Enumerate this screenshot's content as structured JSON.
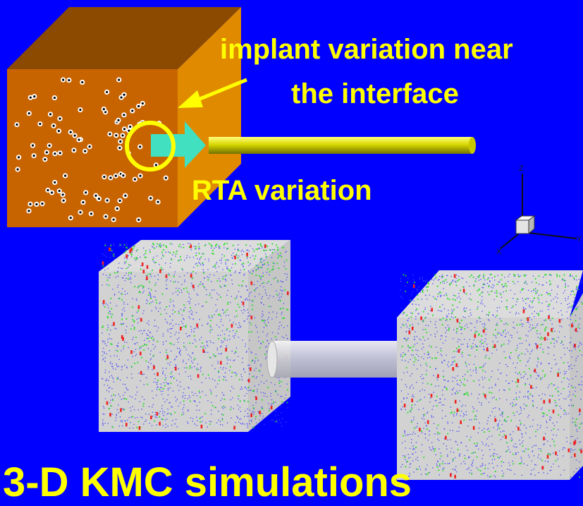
{
  "labels": {
    "implant_line1": "implant variation near",
    "implant_line2": "the interface",
    "rta": "RTA variation",
    "kmc": "3-D KMC simulations"
  },
  "axes_triad": {
    "z": "Z",
    "x": "X",
    "y": "Y"
  },
  "colors": {
    "background": "#0000ff",
    "label_text": "#ffff00",
    "cube_front": "#c86400",
    "cube_top": "#8c4a00",
    "cube_side": "#e08a00",
    "rod": "#c8c800",
    "arrow": "#40e0c0",
    "dot_green": "#22dd22",
    "dot_blue": "#4444ff",
    "dot_red": "#ee2222"
  }
}
